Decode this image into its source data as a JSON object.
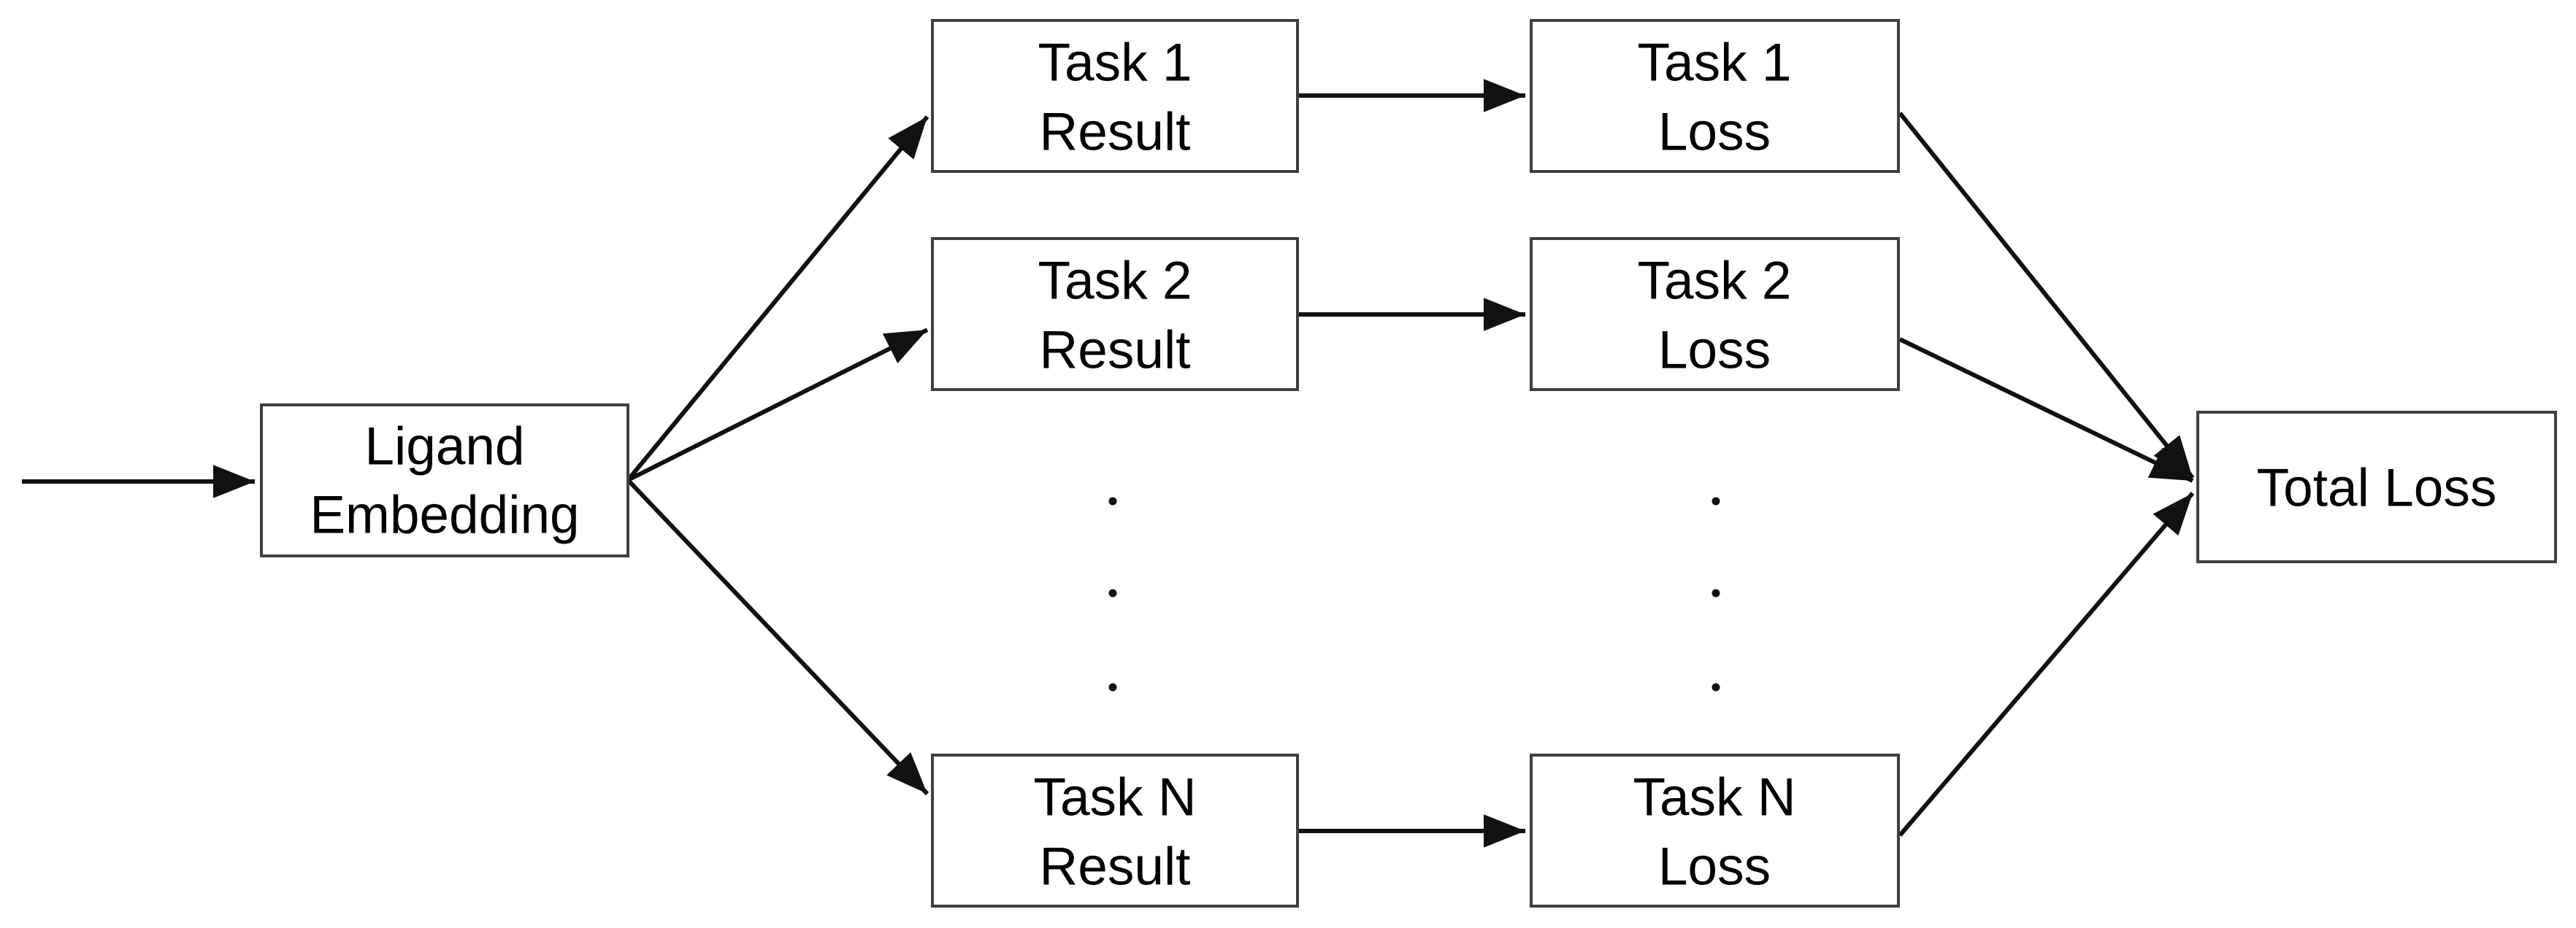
{
  "diagram": {
    "nodes": {
      "ligand_embedding": {
        "line1": "Ligand",
        "line2": "Embedding"
      },
      "task1_result": {
        "line1": "Task 1",
        "line2": "Result"
      },
      "task2_result": {
        "line1": "Task 2",
        "line2": "Result"
      },
      "taskN_result": {
        "line1": "Task N",
        "line2": "Result"
      },
      "task1_loss": {
        "line1": "Task 1",
        "line2": "Loss"
      },
      "task2_loss": {
        "line1": "Task 2",
        "line2": "Loss"
      },
      "taskN_loss": {
        "line1": "Task N",
        "line2": "Loss"
      },
      "total_loss": {
        "label": "Total Loss"
      }
    },
    "edges": [
      {
        "from": "input",
        "to": "ligand_embedding"
      },
      {
        "from": "ligand_embedding",
        "to": "task1_result"
      },
      {
        "from": "ligand_embedding",
        "to": "task2_result"
      },
      {
        "from": "ligand_embedding",
        "to": "taskN_result"
      },
      {
        "from": "task1_result",
        "to": "task1_loss"
      },
      {
        "from": "task2_result",
        "to": "task2_loss"
      },
      {
        "from": "taskN_result",
        "to": "taskN_loss"
      },
      {
        "from": "task1_loss",
        "to": "total_loss"
      },
      {
        "from": "task2_loss",
        "to": "total_loss"
      },
      {
        "from": "taskN_loss",
        "to": "total_loss"
      }
    ],
    "ellipsis": {
      "glyph": "⋮",
      "columns": 2,
      "dots_per_column": 3
    },
    "colors": {
      "background": "#ffffff",
      "box_fill": "#ffffff",
      "box_border": "#3f3f3f",
      "line": "#111111",
      "text": "#000000"
    }
  }
}
